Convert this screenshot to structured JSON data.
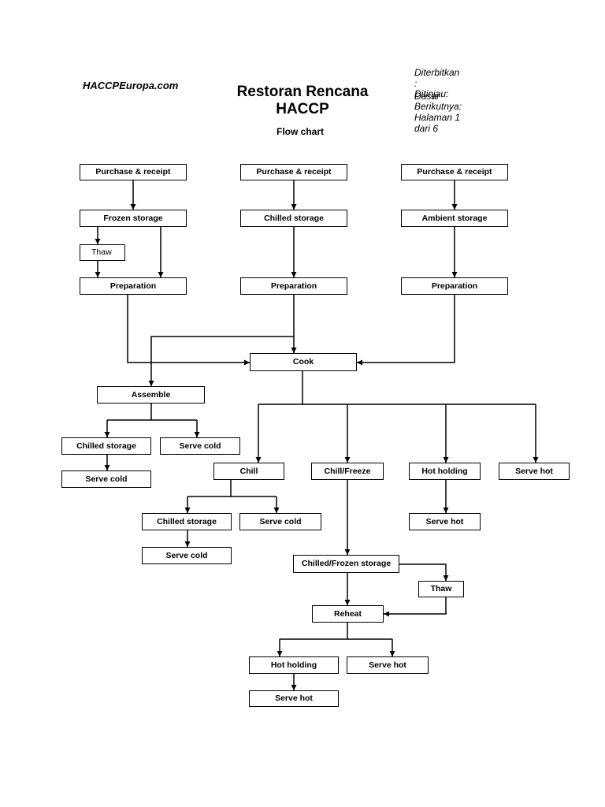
{
  "header": {
    "logo": "HACCPEuropa.com",
    "title_line1": "Restoran Rencana",
    "title_line2": "HACCP",
    "subtitle": "Flow chart",
    "meta": {
      "issued_label": "Diterbitkan",
      "issued_colon": ":",
      "reviewed_label": "Ditinjau:",
      "base_label": "Dasar",
      "next_label": "Berikutnya:",
      "page_label": "Halaman 1",
      "page_of": "dari 6"
    }
  },
  "nodes": {
    "purchase_1": "Purchase & receipt",
    "purchase_2": "Purchase & receipt",
    "purchase_3": "Purchase & receipt",
    "frozen_storage": "Frozen storage",
    "chilled_storage_top": "Chilled storage",
    "ambient_storage": "Ambient storage",
    "thaw_top": "Thaw",
    "preparation_1": "Preparation",
    "preparation_2": "Preparation",
    "preparation_3": "Preparation",
    "cook": "Cook",
    "assemble": "Assemble",
    "chilled_storage_assemble": "Chilled storage",
    "serve_cold_assemble_right": "Serve cold",
    "serve_cold_assemble_below": "Serve cold",
    "chill": "Chill",
    "chill_freeze": "Chill/Freeze",
    "hot_holding_1": "Hot holding",
    "serve_hot_1": "Serve hot",
    "serve_hot_hh": "Serve hot",
    "chilled_storage_chill": "Chilled storage",
    "serve_cold_chill_right": "Serve cold",
    "serve_cold_chill_below": "Serve cold",
    "chilled_frozen_storage": "Chilled/Frozen storage",
    "thaw_bottom": "Thaw",
    "reheat": "Reheat",
    "hot_holding_2": "Hot holding",
    "serve_hot_reheat": "Serve hot",
    "serve_hot_bottom": "Serve hot"
  }
}
